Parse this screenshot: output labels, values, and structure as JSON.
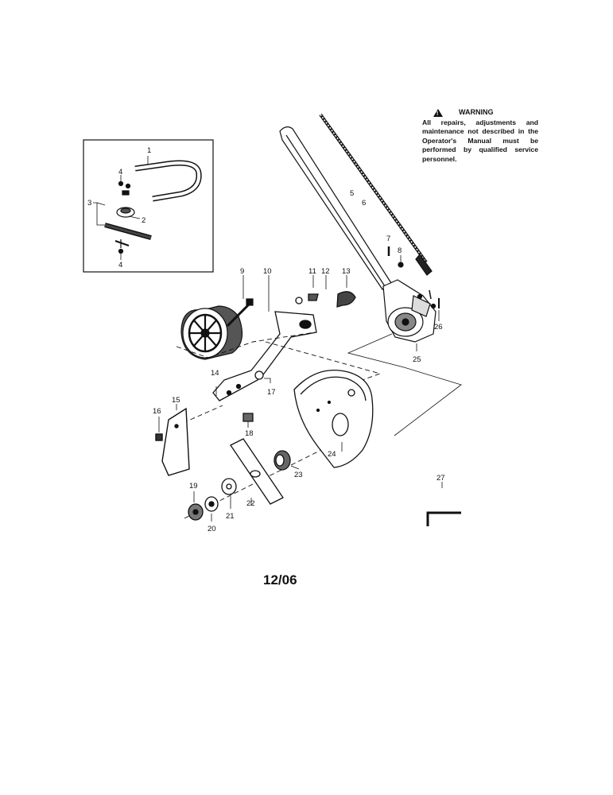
{
  "warning": {
    "heading": "WARNING",
    "icon": "warning-triangle-icon",
    "body": "All repairs, adjustments and maintenance not described in the Operator's Manual must be performed by qualified service personnel."
  },
  "footer": {
    "date_code": "12/06"
  },
  "callouts": {
    "p1": "1",
    "p2": "2",
    "p3": "3",
    "p4a": "4",
    "p4b": "4",
    "p5": "5",
    "p6": "6",
    "p7": "7",
    "p8": "8",
    "p9": "9",
    "p10": "10",
    "p11": "11",
    "p12": "12",
    "p13": "13",
    "p14": "14",
    "p15": "15",
    "p16": "16",
    "p17": "17",
    "p18": "18",
    "p19": "19",
    "p20": "20",
    "p21": "21",
    "p22": "22",
    "p23": "23",
    "p24": "24",
    "p25": "25",
    "p26": "26",
    "p27": "27"
  }
}
